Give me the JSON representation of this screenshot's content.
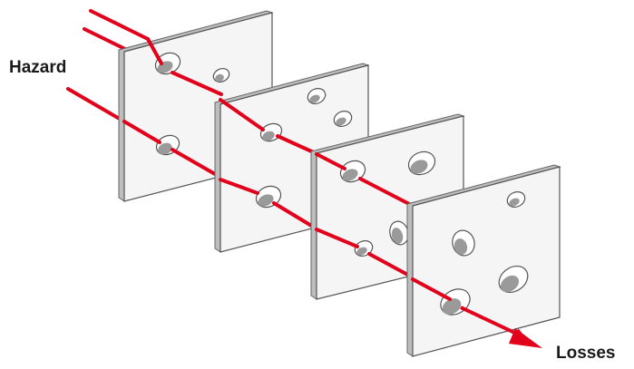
{
  "labels": {
    "hazard": "Hazard",
    "losses": "Losses"
  },
  "diagram": {
    "slice_count": 4,
    "colors": {
      "hazard_line": "#e3001b",
      "slice_face": "#f5f5f5",
      "slice_edge": "#b7b7b7",
      "outline": "#555555",
      "hole_fill": "#ffffff",
      "hole_shade": "#9a9a9a",
      "text": "#1a1a1a"
    }
  }
}
